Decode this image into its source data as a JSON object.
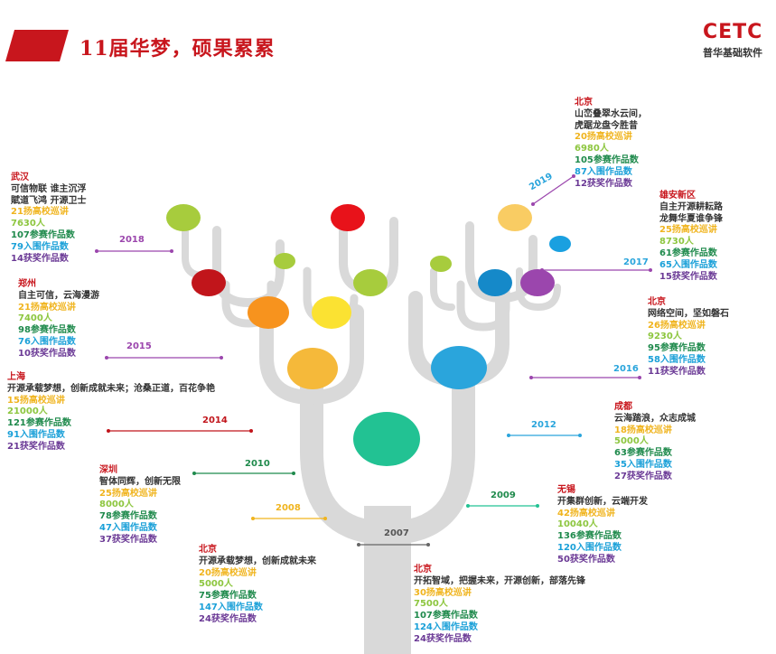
{
  "header": {
    "title": "11届华梦，硕果累累",
    "logo_mark": "CETC",
    "logo_sub": "普华基础软件"
  },
  "colors": {
    "brand_red": "#c8161d",
    "trunk": "#d9d9d9",
    "yellow": "#f0b41e",
    "light_green": "#8dc63f",
    "dark_green": "#1f8a4c",
    "blue": "#1aa0d8",
    "purple": "#6b3a96"
  },
  "labels": {
    "lecture": "扬高校巡讲",
    "people": "人",
    "entries": "参赛作品数",
    "finalists": "入围作品数",
    "awards": "获奖作品数"
  },
  "editions": [
    {
      "year": "2007",
      "city": "北京",
      "slogan": [
        "开拓智域，把握未来，开源创新，部落先锋"
      ],
      "lectures": "30",
      "people": "7500",
      "entries": "107",
      "finalists": "124",
      "awards": "24"
    },
    {
      "year": "2008",
      "city": "北京",
      "slogan": [
        "开源承载梦想，创新成就未来"
      ],
      "lectures": "20",
      "people": "5000",
      "entries": "75",
      "finalists": "147",
      "awards": "24"
    },
    {
      "year": "2009",
      "city": "无锡",
      "slogan": [
        "开集群创新，云端开发"
      ],
      "lectures": "42",
      "people": "10040",
      "entries": "136",
      "finalists": "120",
      "awards": "50"
    },
    {
      "year": "2010",
      "city": "深圳",
      "slogan": [
        "智体同辉，创新无限"
      ],
      "lectures": "25",
      "people": "8000",
      "entries": "78",
      "finalists": "47",
      "awards": "37"
    },
    {
      "year": "2012",
      "city": "成都",
      "slogan": [
        "云海踏浪，众志成城"
      ],
      "lectures": "18",
      "people": "5000",
      "entries": "63",
      "finalists": "35",
      "awards": "27"
    },
    {
      "year": "2014",
      "city": "上海",
      "slogan": [
        "开源承载梦想，创新成就未来；沧桑正道，百花争艳"
      ],
      "lectures": "15",
      "people": "21000",
      "entries": "121",
      "finalists": "91",
      "awards": "21"
    },
    {
      "year": "2015",
      "city": "郑州",
      "slogan": [
        "自主可信，云海漫游"
      ],
      "lectures": "21",
      "people": "7400",
      "entries": "98",
      "finalists": "76",
      "awards": "10"
    },
    {
      "year": "2016",
      "city": "北京",
      "slogan": [
        "网络空间，坚如磐石"
      ],
      "lectures": "26",
      "people": "9230",
      "entries": "95",
      "finalists": "58",
      "awards": "11"
    },
    {
      "year": "2017",
      "city": "雄安新区",
      "slogan": [
        "自主开源耕耘路",
        "龙舞华夏谁争锋"
      ],
      "lectures": "25",
      "people": "8730",
      "entries": "61",
      "finalists": "65",
      "awards": "15"
    },
    {
      "year": "2018",
      "city": "武汉",
      "slogan": [
        "可信物联 谁主沉浮",
        "賦道飞鸿 开源卫士"
      ],
      "lectures": "21",
      "people": "7630",
      "entries": "107",
      "finalists": "79",
      "awards": "14"
    },
    {
      "year": "2019",
      "city": "北京",
      "slogan": [
        "山峦叠翠水云间，",
        "虎踞龙盘今胜昔"
      ],
      "lectures": "20",
      "people": "6980",
      "entries": "105",
      "finalists": "87",
      "awards": "12"
    }
  ]
}
